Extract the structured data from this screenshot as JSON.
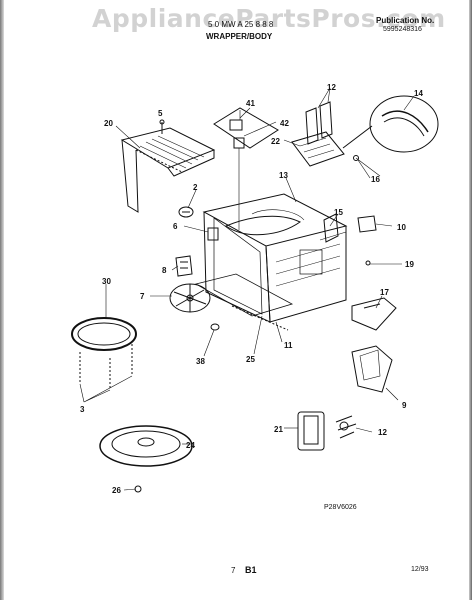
{
  "watermark": "AppliancePartsPros.com",
  "header": {
    "model": "5 0 MW  A  25 8 8 8",
    "section": "WRAPPER/BODY",
    "pub_label": "Publication No.",
    "pub_number": "5995248316"
  },
  "diagram": {
    "callouts": [
      "41",
      "42",
      "12",
      "14",
      "20",
      "5",
      "22",
      "16",
      "2",
      "13",
      "6",
      "15",
      "10",
      "8",
      "30",
      "19",
      "7",
      "17",
      "38",
      "25",
      "11",
      "3",
      "9",
      "21",
      "12",
      "24",
      "26"
    ],
    "code": "P28V6026"
  },
  "footer": {
    "page": "7",
    "sheet": "B1",
    "date": "12/93"
  }
}
